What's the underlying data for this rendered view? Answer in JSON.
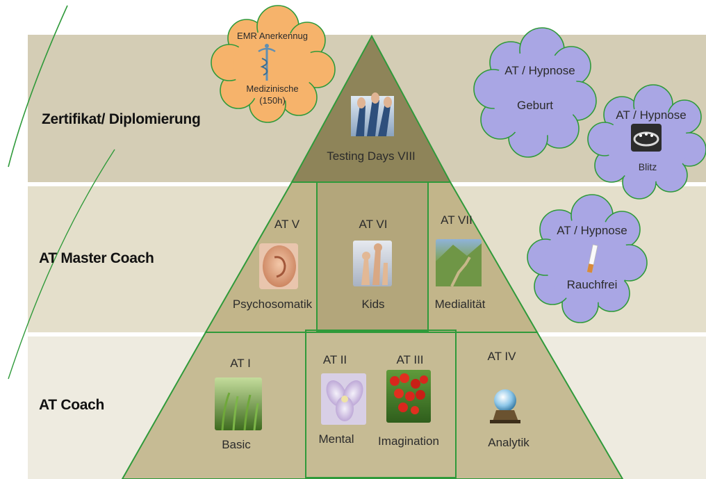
{
  "levels": {
    "top": "Zertifikat/ Diplomierung",
    "middle": "AT Master Coach",
    "bottom": "AT Coach"
  },
  "pyramid": {
    "apex": {
      "label": "Testing Days VIII",
      "icon": "hands-raised-image"
    },
    "middle": [
      {
        "code": "AT V",
        "name": "Psychosomatik",
        "icon": "ear-image"
      },
      {
        "code": "AT VI",
        "name": "Kids",
        "icon": "child-hands-image"
      },
      {
        "code": "AT VII",
        "name": "Medialität",
        "icon": "mountain-path-image"
      }
    ],
    "bottom": [
      {
        "code": "AT I",
        "name": "Basic",
        "icon": "seedlings-image"
      },
      {
        "code": "AT II",
        "name": "Mental",
        "icon": "flower-image"
      },
      {
        "code": "AT III",
        "name": "Imagination",
        "icon": "red-berries-image"
      },
      {
        "code": "AT IV",
        "name": "Analytik",
        "icon": "crystal-ball-image"
      }
    ]
  },
  "clouds": {
    "emr": {
      "line1": "EMR Anerkennug",
      "line2": "Medizinische",
      "line3": "(150h)",
      "icon": "caduceus-icon"
    },
    "geburt": {
      "title": "AT / Hypnose",
      "name": "Geburt"
    },
    "blitz": {
      "title": "AT / Hypnose",
      "name": "Blitz",
      "icon": "ring-icon"
    },
    "rauchfrei": {
      "title": "AT / Hypnose",
      "name": "Rauchfrei",
      "icon": "cigarette-icon"
    }
  },
  "colors": {
    "band_top": "#d4cdb5",
    "band_middle": "#e4dfcb",
    "band_bottom": "#eeebe0",
    "pyramid_top": "#8e8459",
    "pyramid_middle": "#c2b58a",
    "pyramid_bottom": "#c6bb94",
    "outline": "#2f9a3a",
    "cloud_orange": "#f6b36b",
    "cloud_purple": "#a9a6e4"
  }
}
